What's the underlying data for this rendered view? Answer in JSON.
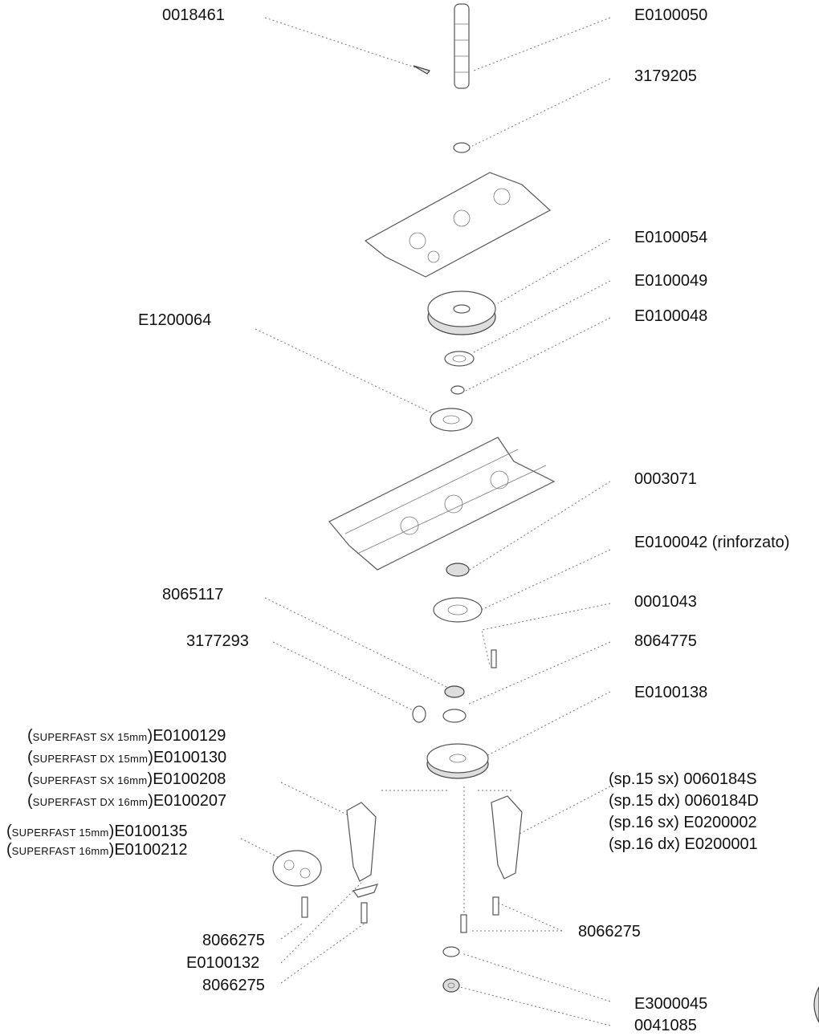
{
  "labels": {
    "l01": "0018461",
    "l02": "E0100050",
    "l03": "3179205",
    "l04": "E0100054",
    "l05": "E0100049",
    "l06": "E0100048",
    "l07": "E1200064",
    "l08": "0003071",
    "l09": "E0100042 (rinforzato)",
    "l10": "8065117",
    "l11": "0001043",
    "l12": "3177293",
    "l13": "8064775",
    "l14": "E0100138",
    "l15a_prefix": "SUPERFAST SX 15mm",
    "l15a_code": "E0100129",
    "l15b_prefix": "SUPERFAST DX 15mm",
    "l15b_code": "E0100130",
    "l15c_prefix": "SUPERFAST SX 16mm",
    "l15c_code": "E0100208",
    "l15d_prefix": "SUPERFAST DX 16mm",
    "l15d_code": "E0100207",
    "l16": "(sp.15 sx) 0060184S",
    "l17": "(sp.15 dx) 0060184D",
    "l18": "(sp.16 sx) E0200002",
    "l19": "(sp.16 dx) E0200001",
    "l20a_prefix": "SUPERFAST 15mm",
    "l20a_code": "E0100135",
    "l20b_prefix": "SUPERFAST 16mm",
    "l20b_code": "E0100212",
    "l21": "8066275",
    "l22": "8066275",
    "l23": "E0100132",
    "l24": "8066275",
    "l25": "E3000045",
    "l26": "0041085"
  }
}
